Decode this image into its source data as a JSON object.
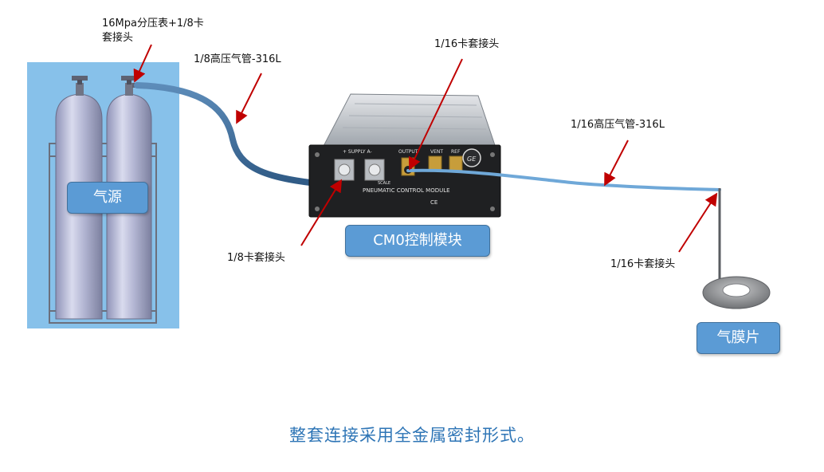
{
  "labels": {
    "gauge_top": "16Mpa分压表+1/8卡",
    "gauge_bottom": "套接头",
    "tube_18": "1/8高压气管-316L",
    "fitting_116_top": "1/16卡套接头",
    "tube_116": "1/16高压气管-316L",
    "fitting_18": "1/8卡套接头",
    "fitting_116_right": "1/16卡套接头"
  },
  "boxes": {
    "gas_source": "气源",
    "cm0": "CM0控制模块",
    "membrane": "气膜片"
  },
  "module": {
    "supply": "+ SUPPLY A-",
    "output": "OUTPUT",
    "vent": "VENT",
    "ref": "REF",
    "title": "PNEUMATIC CONTROL MODULE",
    "scale": "SCALE",
    "brand": "GE",
    "ce": "CE"
  },
  "caption": "整套连接采用全金属密封形式。",
  "colors": {
    "panel_bg": "#87c1ea",
    "box_fill": "#5b9bd5",
    "arrow": "#c00000",
    "caption": "#2e75b6",
    "tube_18": "#3f6e99",
    "tube_116": "#6fa8d8"
  }
}
